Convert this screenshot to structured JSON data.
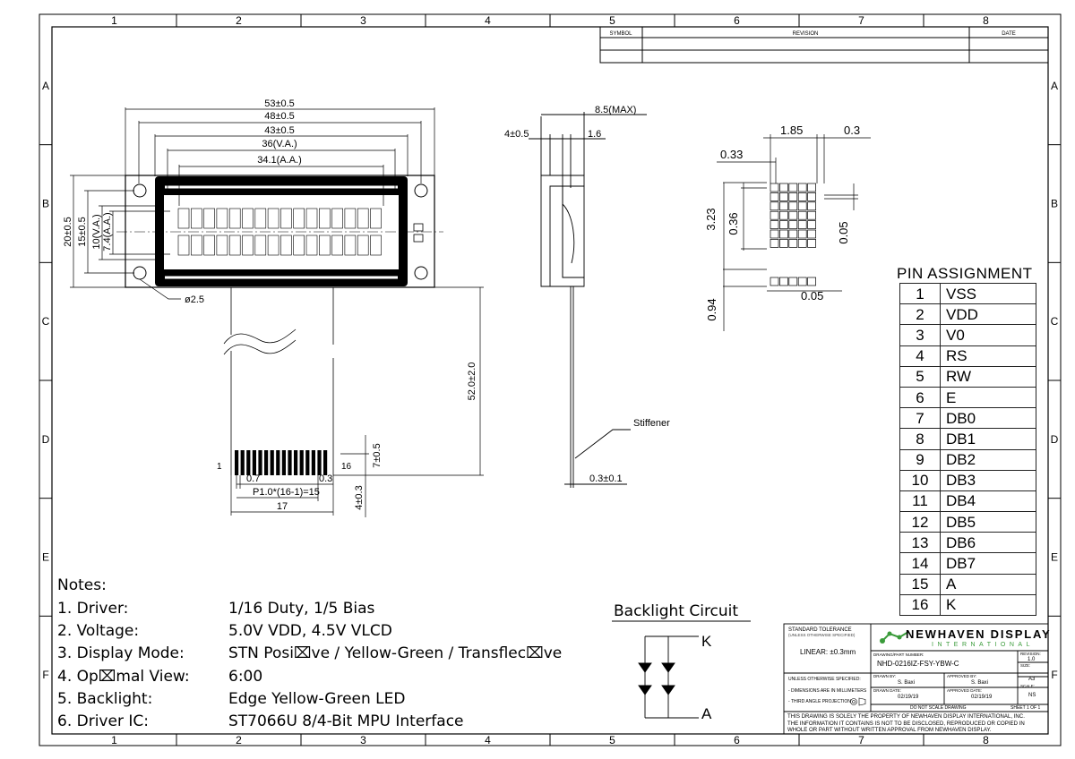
{
  "grid": {
    "columns": [
      "1",
      "2",
      "3",
      "4",
      "5",
      "6",
      "7",
      "8"
    ],
    "rows": [
      "A",
      "B",
      "C",
      "D",
      "E",
      "F"
    ]
  },
  "revision_table": {
    "symbol": "SYMBOL",
    "revision": "REVISION",
    "date": "DATE"
  },
  "front_view": {
    "dim_53": "53±0.5",
    "dim_48": "48±0.5",
    "dim_43": "43±0.5",
    "dim_36": "36(V.A.)",
    "dim_34": "34.1(A.A.)",
    "dim_20": "20±0.5",
    "dim_15": "15±0.5",
    "dim_10": "10(V.A.)",
    "dim_7_4": "7.4(A.A.)",
    "hole": "ø2.5",
    "dim_52": "52.0±2.0",
    "pin_first": "1",
    "pin_last": "16",
    "dim_0_7": "0.7",
    "dim_0_3": "0.3",
    "dim_pitch": "P1.0*(16-1)=15",
    "dim_17": "17",
    "dim_7": "7±0.5",
    "dim_4": "4±0.3"
  },
  "side_view": {
    "dim_8_5": "8.5(MAX)",
    "dim_4": "4±0.5",
    "dim_1_6": "1.6",
    "stiffener": "Stiffener",
    "dim_0_3": "0.3±0.1"
  },
  "char_detail": {
    "dim_1_85": "1.85",
    "dim_0_3": "0.3",
    "dim_0_33": "0.33",
    "dim_3_23": "3.23",
    "dim_0_36": "0.36",
    "dim_0_05a": "0.05",
    "dim_0_05b": "0.05",
    "dim_0_94": "0.94"
  },
  "pin_assignment": {
    "title": "PIN ASSIGNMENT",
    "pins": [
      {
        "num": "1",
        "sig": "VSS"
      },
      {
        "num": "2",
        "sig": "VDD"
      },
      {
        "num": "3",
        "sig": "V0"
      },
      {
        "num": "4",
        "sig": "RS"
      },
      {
        "num": "5",
        "sig": "RW"
      },
      {
        "num": "6",
        "sig": "E"
      },
      {
        "num": "7",
        "sig": "DB0"
      },
      {
        "num": "8",
        "sig": "DB1"
      },
      {
        "num": "9",
        "sig": "DB2"
      },
      {
        "num": "10",
        "sig": "DB3"
      },
      {
        "num": "11",
        "sig": "DB4"
      },
      {
        "num": "12",
        "sig": "DB5"
      },
      {
        "num": "13",
        "sig": "DB6"
      },
      {
        "num": "14",
        "sig": "DB7"
      },
      {
        "num": "15",
        "sig": "A"
      },
      {
        "num": "16",
        "sig": "K"
      }
    ]
  },
  "notes": {
    "title": "Notes:",
    "items": [
      {
        "label": "1. Driver:",
        "value": "1/16 Duty, 1/5 Bias"
      },
      {
        "label": "2. Voltage:",
        "value": "5.0V VDD, 4.5V VLCD"
      },
      {
        "label": "3. Display Mode:",
        "value": "STN Posi⌧ve / Yellow-Green / Transflec⌧ve"
      },
      {
        "label": "4. Op⌧mal View:",
        "value": "6:00"
      },
      {
        "label": "5. Backlight:",
        "value": "Edge Yellow-Green LED"
      },
      {
        "label": "6. Driver IC:",
        "value": "ST7066U 8/4-Bit MPU Interface"
      }
    ]
  },
  "backlight": {
    "title": "Backlight Circuit",
    "k": "K",
    "a": "A"
  },
  "title_block": {
    "std_tol": "STANDARD TOLERANCE",
    "std_tol_sub": "(UNLESS OTHERWISE SPECIFIED)",
    "linear": "LINEAR:  ±0.3mm",
    "unless": "UNLESS OTHERWISE SPECIFIED:",
    "dims_mm": "- DIMENSIONS ARE IN MILLIMETERS",
    "third_angle": "- THIRD ANGLE PROJECTION",
    "company": "NEWHAVEN DISPLAY",
    "company_sub": "INTERNATIONAL",
    "part_label": "DRAWING/PART NUMBER:",
    "part": "NHD-0216IZ-FSY-YBW-C",
    "rev_label": "REVISION:",
    "rev": "1.0",
    "size_label": "SIZE:",
    "size": "A3",
    "drawn_label": "DRAWN BY:",
    "drawn": "S. Baxi",
    "approved_label": "APPROVED BY:",
    "approved": "S. Baxi",
    "scale_label": "SCALE:",
    "scale": "NS",
    "drawn_date_label": "DRAWN DATE:",
    "drawn_date": "02/19/19",
    "approved_date_label": "APPROVED DATE:",
    "approved_date": "02/19/19",
    "no_scale": "DO NOT SCALE DRAWING",
    "sheet": "SHEET 1 OF 1",
    "disclaimer_1": "THIS DRAWING IS SOLELY THE PROPERTY OF NEWHAVEN DISPLAY INTERNATIONAL, INC.",
    "disclaimer_2": "THE INFORMATION IT CONTAINS IS NOT TO BE DISCLOSED, REPRODUCED OR COPIED IN",
    "disclaimer_3": "WHOLE OR PART WITHOUT WRITTEN APPROVAL FROM NEWHAVEN DISPLAY."
  }
}
